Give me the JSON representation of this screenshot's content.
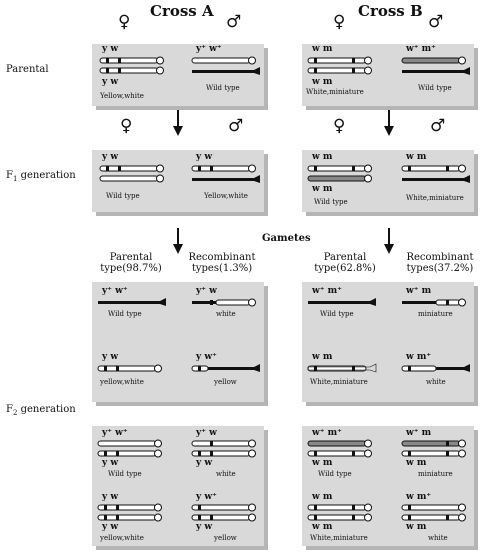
{
  "cross_a": {
    "title": "Cross A"
  },
  "cross_b": {
    "title": "Cross B"
  },
  "symbols": {
    "female": "♀",
    "male": "♂"
  },
  "rows": {
    "parental": "Parental",
    "f1": "F",
    "f1_sub": "1",
    "f1_suffix": " generation",
    "f2": "F",
    "f2_sub": "2",
    "f2_suffix": " generation"
  },
  "gametes_label": "Gametes",
  "headers": {
    "a_parental": "Parental type(98.7%)",
    "a_recombinant": "Recombinant types(1.3%)",
    "b_parental": "Parental type(62.8%)",
    "b_recombinant": "Recombinant types(37.2%)"
  },
  "captions": {
    "yellow_white": "Yellow,white",
    "wild_type": "Wild type",
    "white_miniature": "White,miniature",
    "white_lower": "white",
    "yellow_white_lower": "yellow,white",
    "yellow_lower": "yellow",
    "miniature_lower": "miniature"
  },
  "genes": {
    "y_w": "y  w",
    "yplus_wplus": "y⁺ w⁺",
    "yplus_w": "y⁺ w",
    "y_wplus": "y  w⁺",
    "w_m": "w      m",
    "wplus_m": "w⁺     m",
    "wplus_mplus": "w⁺     m⁺",
    "w_mplus": "w      m⁺"
  },
  "colors": {
    "panel": "#d9d9d9",
    "shadow": "#b5b5b5",
    "chromosome": "#111111"
  }
}
